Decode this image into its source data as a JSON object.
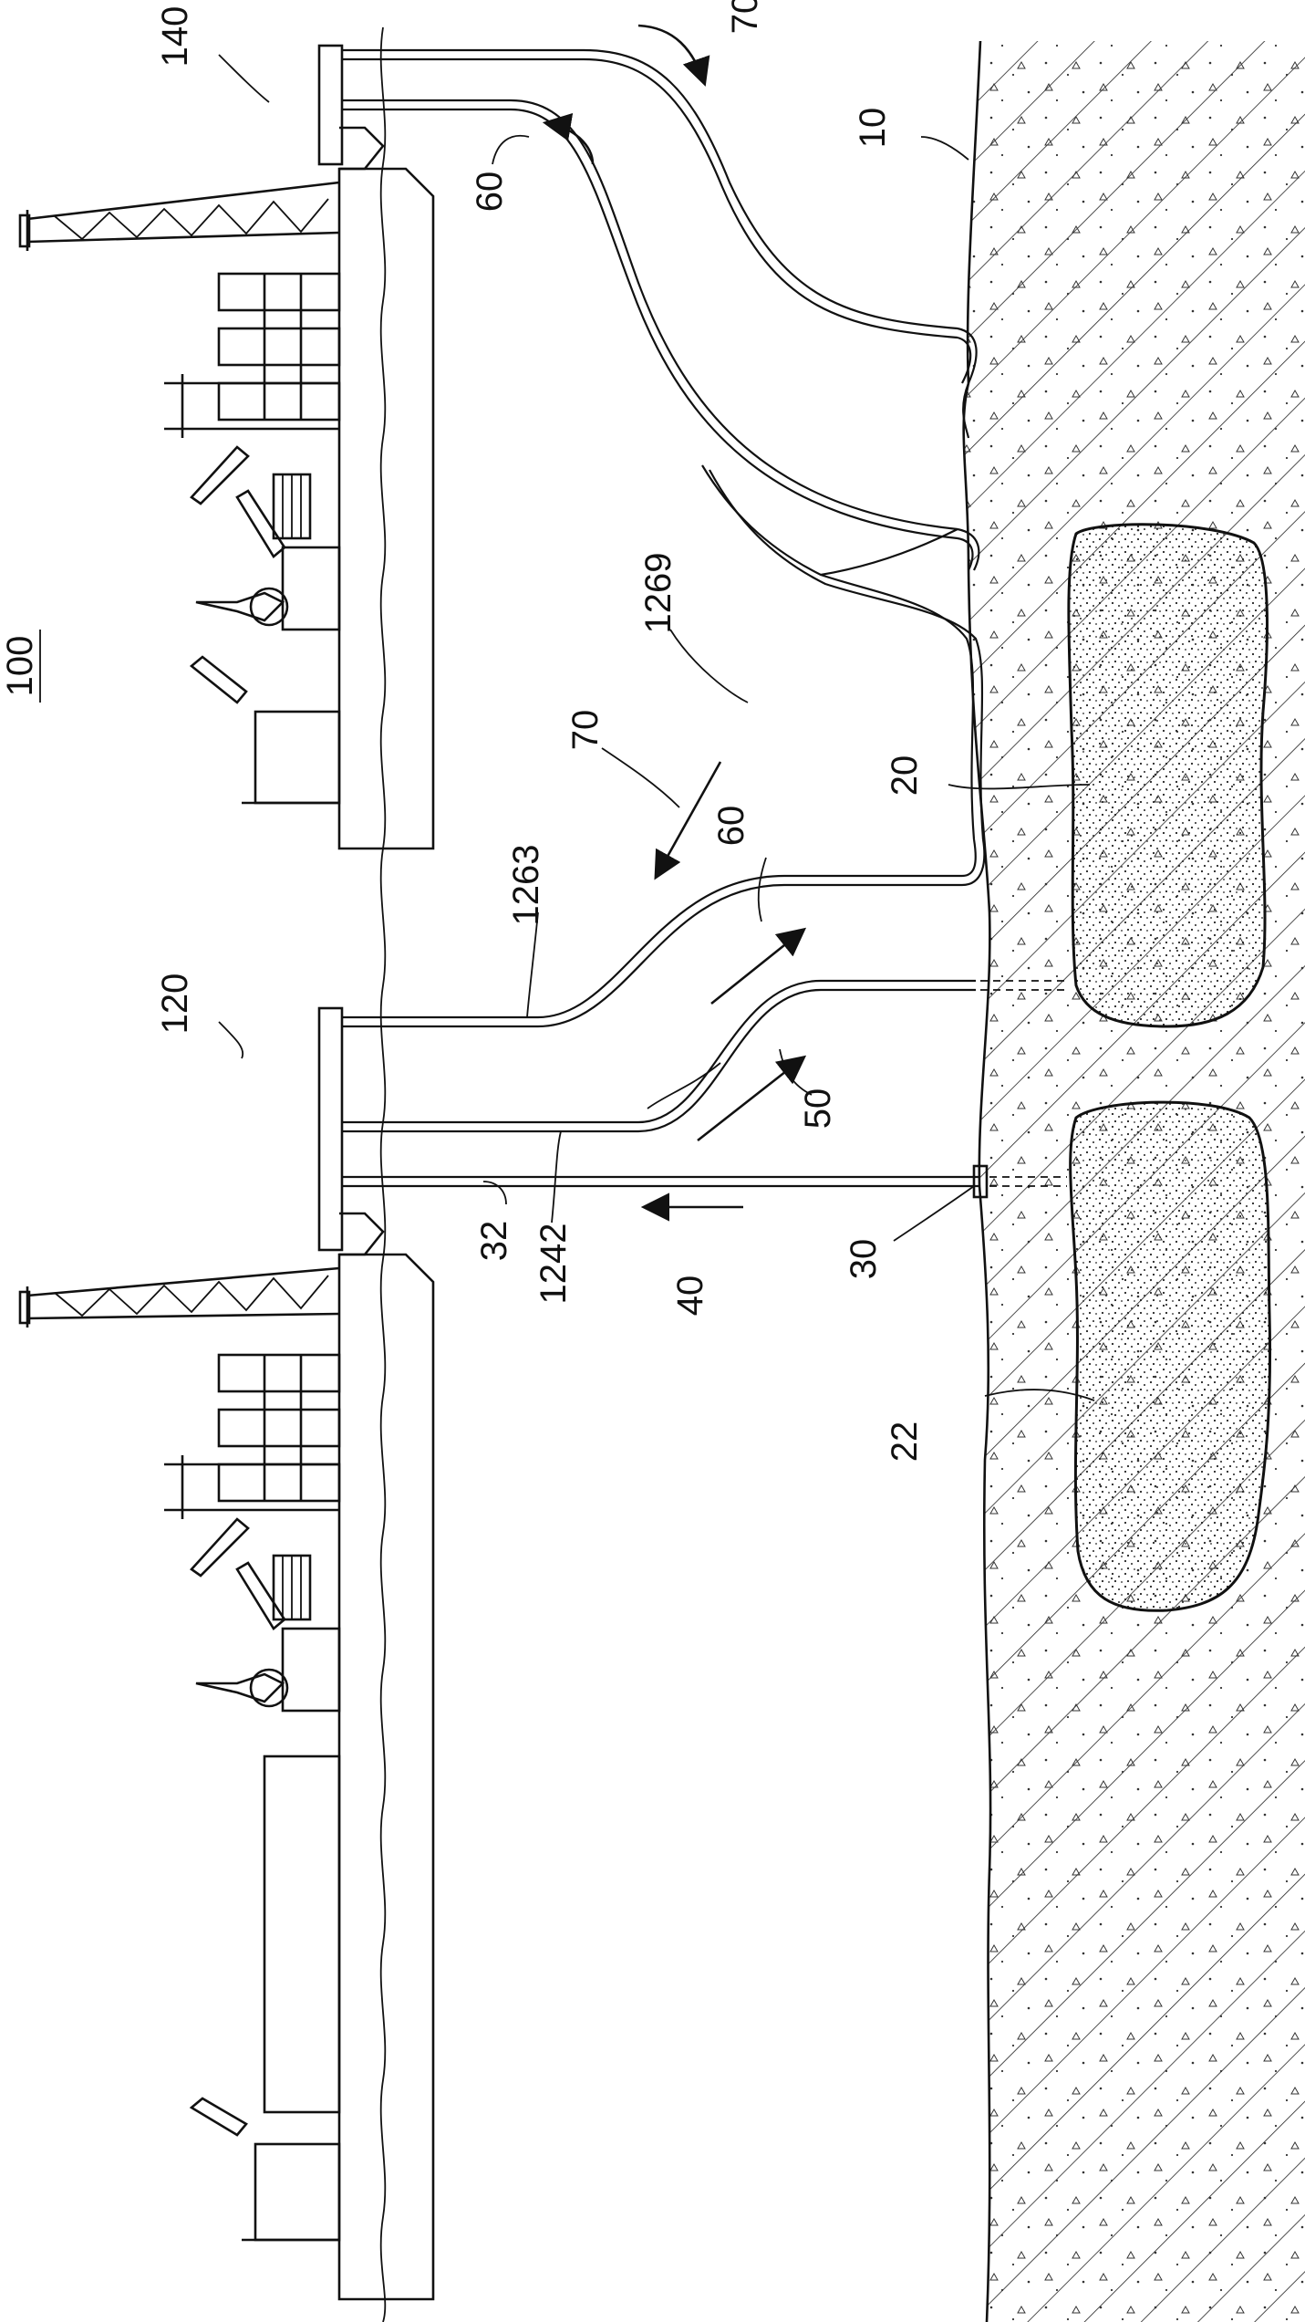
{
  "figure": {
    "ref_system": "100",
    "ref_vessel_upper": "140",
    "ref_vessel_lower": "120",
    "ref_seabed": "10",
    "ref_reservoir_upper": "20",
    "ref_reservoir_lower": "22",
    "ref_wellhead": "30",
    "ref_riser": "32",
    "ref_flow_40": "40",
    "ref_flow_50": "50",
    "ref_flow_60a": "60",
    "ref_flow_60b": "60",
    "ref_flow_70a": "70",
    "ref_flow_70b": "70",
    "ref_line_1242": "1242",
    "ref_line_1263": "1263",
    "ref_line_1269": "1269"
  }
}
